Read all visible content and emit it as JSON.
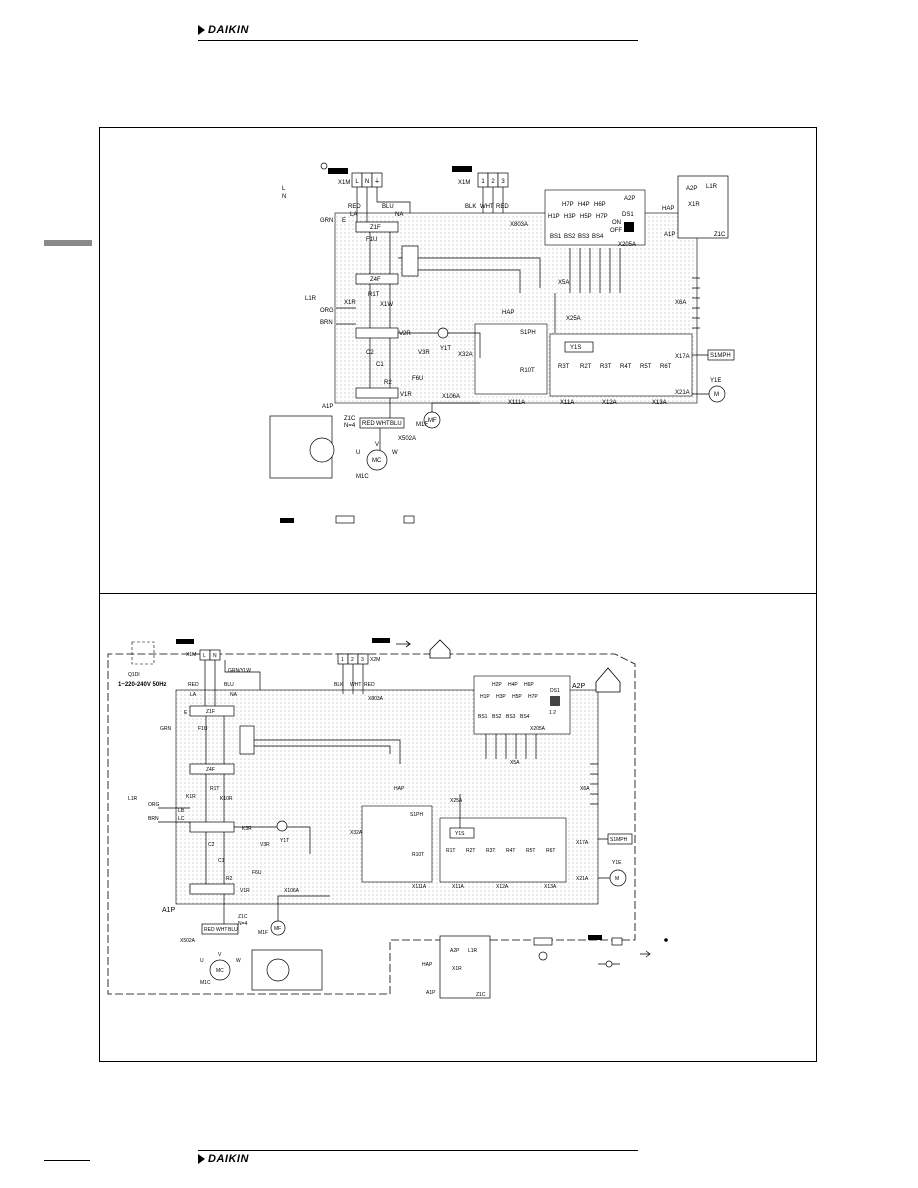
{
  "brand": {
    "name": "DAIKIN"
  },
  "colors": {
    "line": "#000000",
    "dots": "#9a9a9a",
    "tab": "#8a8a8a"
  },
  "top_diagram": {
    "power_terminal": "X1M",
    "power_pins": [
      "L",
      "N",
      "⏚"
    ],
    "interconnect_terminal": "X1M",
    "interconnect_pins": [
      "1",
      "2",
      "3"
    ],
    "wire_red": "RED",
    "wire_blu": "BLU",
    "wire_blk": "BLK",
    "wire_wht": "WHT",
    "wire_grn": "GRN",
    "wire_org": "ORG",
    "wire_brn": "BRN",
    "e_label": "E",
    "la_label": "LA",
    "na_label": "NA",
    "l1r": "L1R",
    "z1f": "Z1F",
    "f1u": "F1U",
    "z4f": "Z4F",
    "r1t": "R1T",
    "x1r": "X1R",
    "x1w": "X1W",
    "v2r": "V2R",
    "y1t": "Y1T",
    "v3r": "V3R",
    "c2": "C2",
    "c1": "C1",
    "r2": "R2",
    "f6u": "F6U",
    "v1r": "V1R",
    "a1p": "A1P",
    "z1c": "Z1C",
    "n4": "N=4",
    "x502a": "X502A",
    "m1c": "M1C",
    "mc": "MC",
    "uvw": [
      "U",
      "V",
      "W"
    ],
    "x106a": "X106A",
    "m1f": "M1F",
    "mf": "MF",
    "x803a": "X803A",
    "x5a": "X5A",
    "x6a": "X6A",
    "x205a": "X205A",
    "a2p": "A2P",
    "ds1": "DS1",
    "ds1_on": "ON",
    "ds1_off": "OFF",
    "leds_top": [
      "H7P",
      "H4P",
      "H6P"
    ],
    "leds": [
      "H1P",
      "H3P",
      "H5P",
      "H7P"
    ],
    "switches": [
      "BS1",
      "BS2",
      "BS3",
      "BS4"
    ],
    "hap": "HAP",
    "x25a": "X25A",
    "y1s": "Y1S",
    "s1ph": "S1PH",
    "x32a": "X32A",
    "r10t": "R10T",
    "x111a": "X111A",
    "thermistors": [
      "R3T",
      "R2T",
      "R3T",
      "R4T",
      "R5T",
      "R6T"
    ],
    "x11a": "X11A",
    "x12a": "X12A",
    "x13a": "X13A",
    "x17a": "X17A",
    "x21a": "X21A",
    "s1mph": "S1MPH",
    "y1e": "Y1E",
    "m": "M",
    "x1r_box": "X1R",
    "a2p_box": "A2P",
    "l1r_box": "L1R",
    "z1c_box": "Z1C",
    "hap_box": "HAP",
    "a1p_box": "A1P"
  },
  "bottom_diagram": {
    "supply": "1~220-240V 50Hz",
    "q1di": "Q1DI",
    "x1m": "X1M",
    "x2m": "X2M",
    "pins_ln": [
      "L",
      "N"
    ],
    "pins_123": [
      "1",
      "2",
      "3"
    ],
    "grn_yel": "GRN/YLW",
    "red": "RED",
    "blu": "BLU",
    "blk": "BLK",
    "wht": "WHT",
    "grn": "GRN",
    "org": "ORG",
    "brn": "BRN",
    "la": "LA",
    "na": "NA",
    "e": "E",
    "lb": "LB",
    "lc": "LC",
    "z1f": "Z1F",
    "f1u": "F1U",
    "z4f": "Z4F",
    "r1t": "R1T",
    "k1r": "K1R",
    "k10r": "K10R",
    "k3r": "K3R",
    "v3r": "V3R",
    "y1t": "Y1T",
    "c2": "C2",
    "c1": "C1",
    "r2": "R2",
    "f6u": "F6U",
    "v1r": "V1R",
    "a1p": "A1P",
    "z1c": "Z1C",
    "n4": "N=4",
    "x502a": "X502A",
    "m1c": "M1C",
    "mc": "MC",
    "uvw": [
      "U",
      "V",
      "W"
    ],
    "x106a": "X106A",
    "m1f": "M1F",
    "mf": "MF",
    "x803a": "X803A",
    "x5a": "X5A",
    "x6a": "X6A",
    "a2p": "A2P",
    "leds_top": [
      "H2P",
      "H4P",
      "H6P"
    ],
    "leds": [
      "H1P",
      "H3P",
      "H5P",
      "H7P"
    ],
    "switches": [
      "BS1",
      "BS2",
      "BS3",
      "BS4"
    ],
    "ds1": "DS1",
    "ds1_pins": "1  2",
    "x205a": "X205A",
    "hap": "HAP",
    "x25a": "X25A",
    "y1s": "Y1S",
    "s1ph": "S1PH",
    "x32a": "X32A",
    "r10t": "R10T",
    "x111a": "X111A",
    "thermistors": [
      "R1T",
      "R2T",
      "R3T",
      "R4T",
      "R5T",
      "R6T"
    ],
    "x11a": "X11A",
    "x12a": "X12A",
    "x13a": "X13A",
    "x17a": "X17A",
    "s1mph": "S1MPH",
    "x21a": "X21A",
    "y1e": "Y1E",
    "m": "M",
    "a2p_box": "A2P",
    "l1r_box": "L1R",
    "l1r": "L1R",
    "hap_box": "HAP",
    "x1r_box": "X1R",
    "a1p_box": "A1P",
    "z1c_box": "Z1C"
  }
}
